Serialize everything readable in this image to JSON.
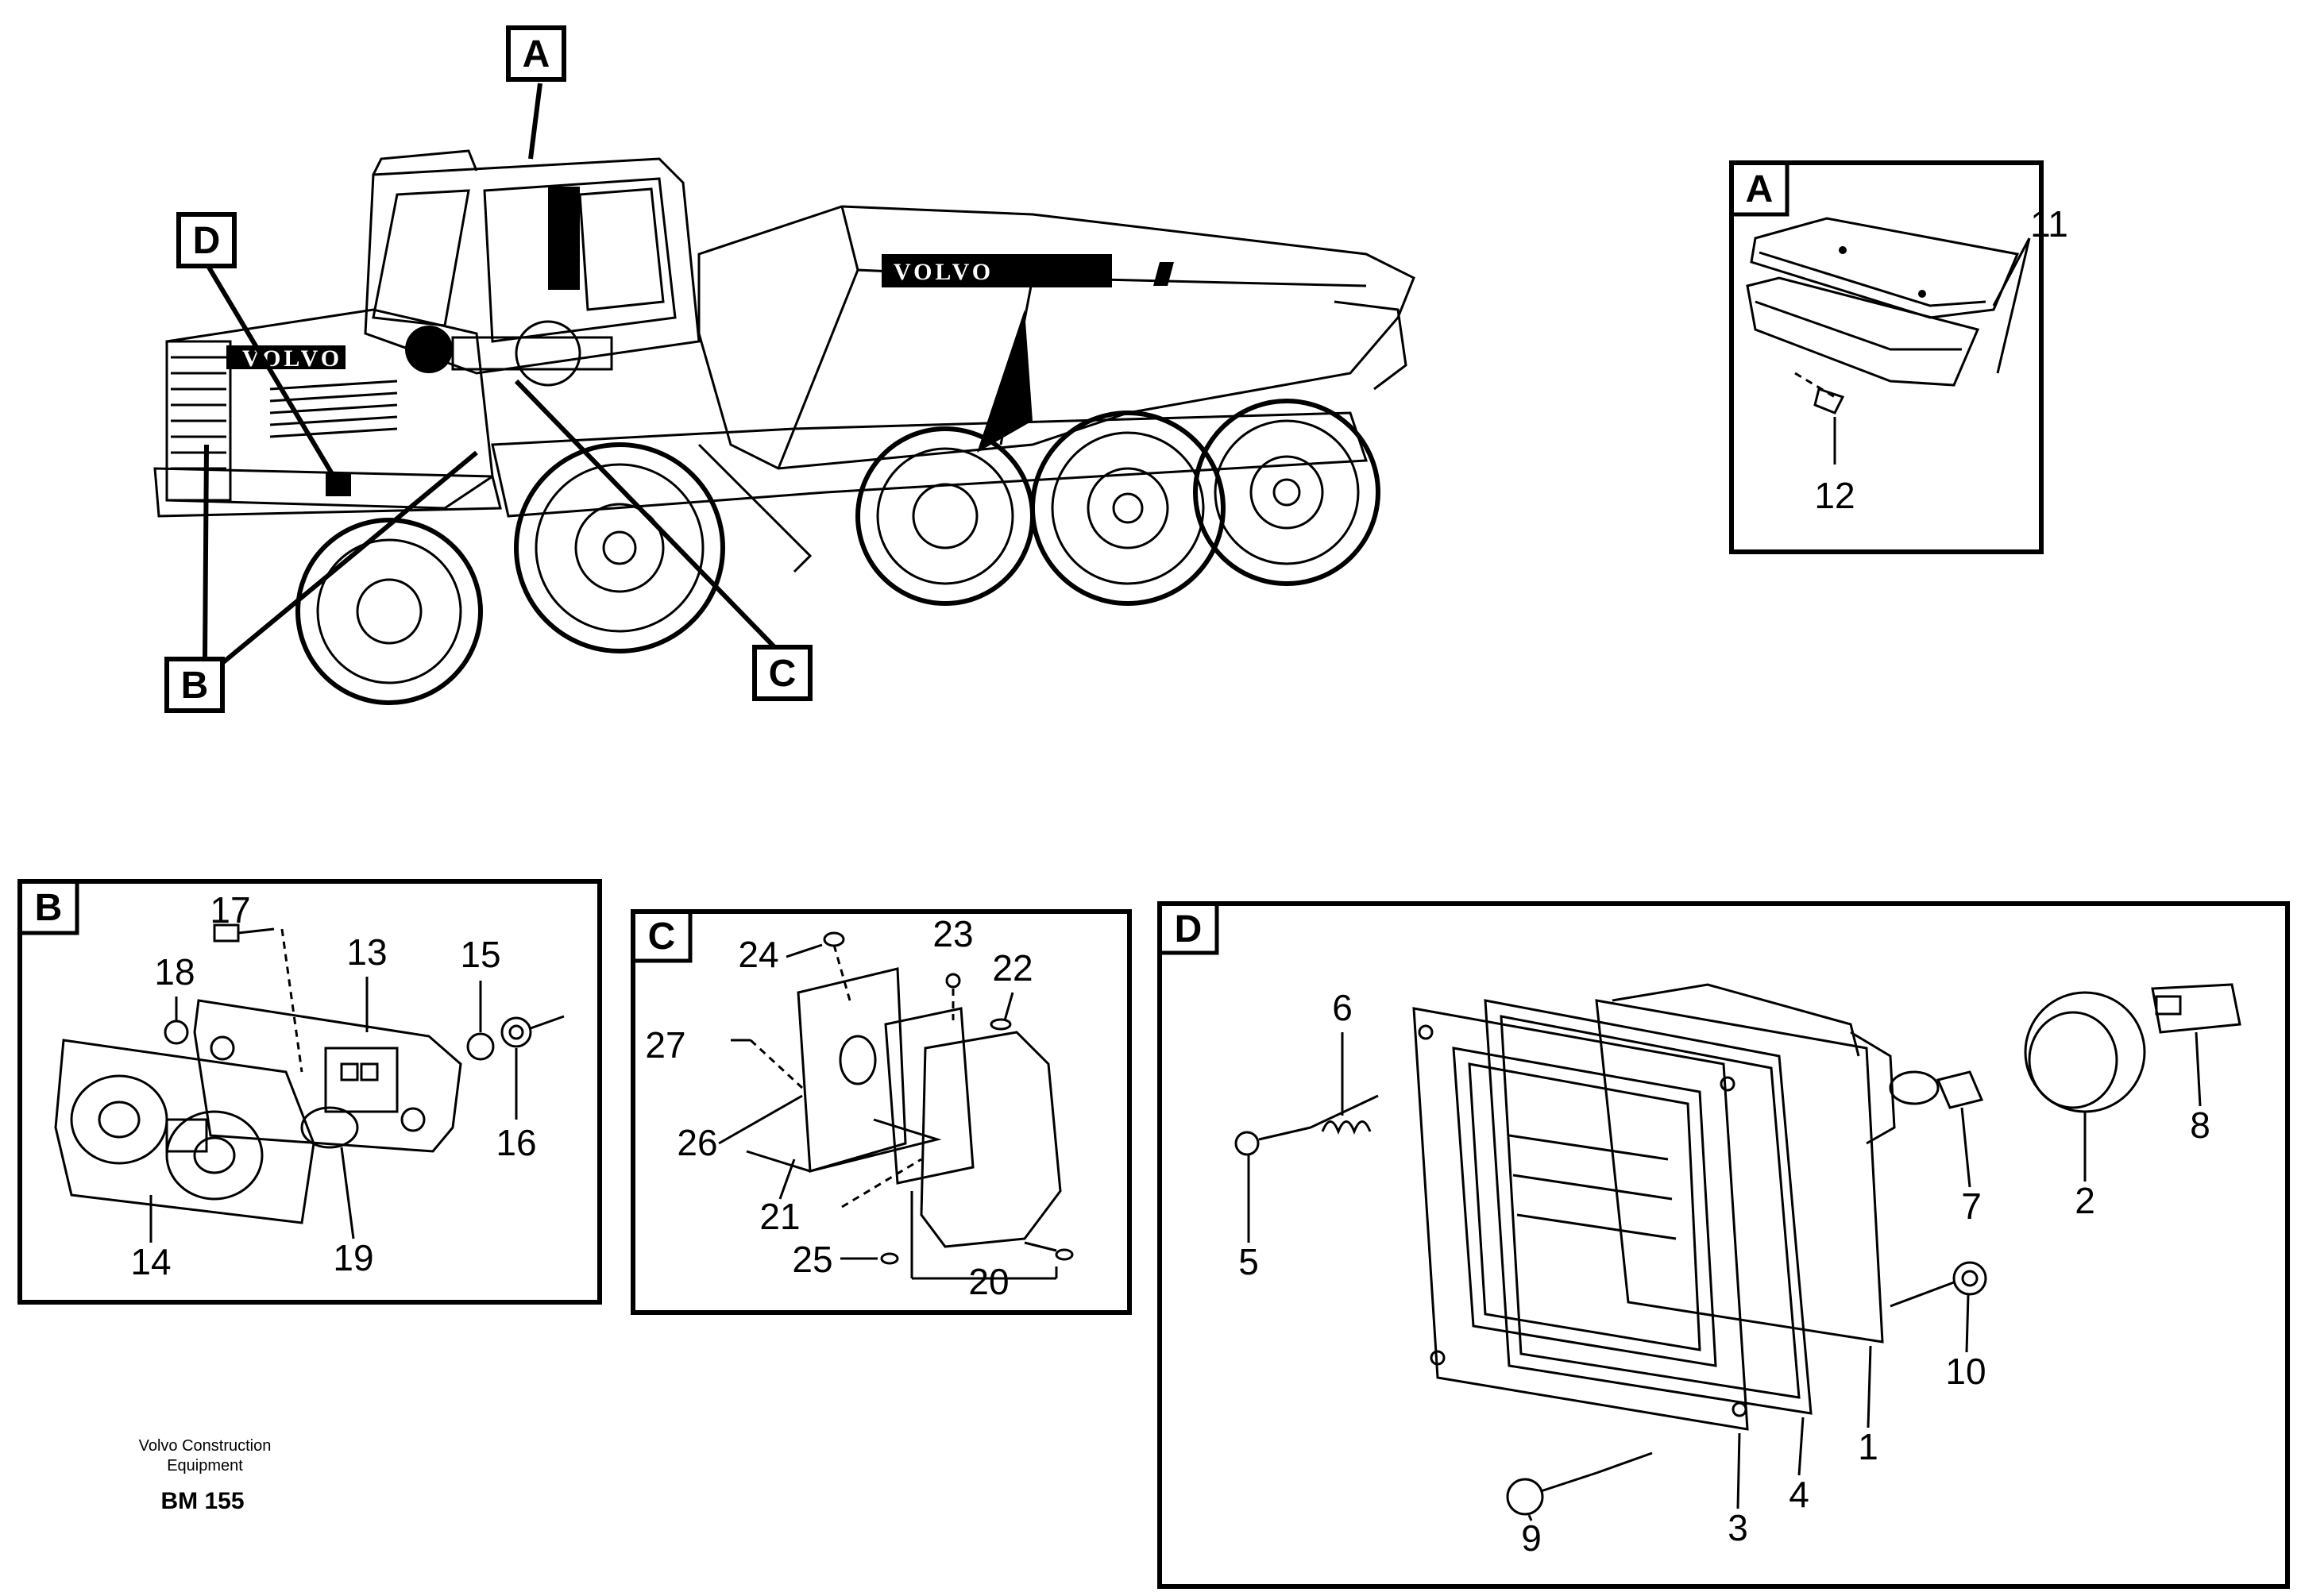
{
  "callouts": {
    "main": {
      "A": "A",
      "B": "B",
      "C": "C",
      "D": "D"
    }
  },
  "truck": {
    "brand_cab": "VOLVO",
    "brand_body": "VOLVO"
  },
  "panel_a": {
    "title": "A",
    "labels": {
      "p11": "11",
      "p12": "12"
    }
  },
  "panel_b": {
    "title": "B",
    "labels": {
      "p13": "13",
      "p14": "14",
      "p15": "15",
      "p16": "16",
      "p17": "17",
      "p18": "18",
      "p19": "19"
    }
  },
  "panel_c": {
    "title": "C",
    "labels": {
      "p20": "20",
      "p21": "21",
      "p22": "22",
      "p23": "23",
      "p24": "24",
      "p25": "25",
      "p26": "26",
      "p27": "27"
    }
  },
  "panel_d": {
    "title": "D",
    "labels": {
      "p1": "1",
      "p2": "2",
      "p3": "3",
      "p4": "4",
      "p5": "5",
      "p6": "6",
      "p7": "7",
      "p8": "8",
      "p9": "9",
      "p10": "10"
    }
  },
  "footer": {
    "company_line1": "Volvo Construction",
    "company_line2": "Equipment",
    "code": "BM 155"
  }
}
